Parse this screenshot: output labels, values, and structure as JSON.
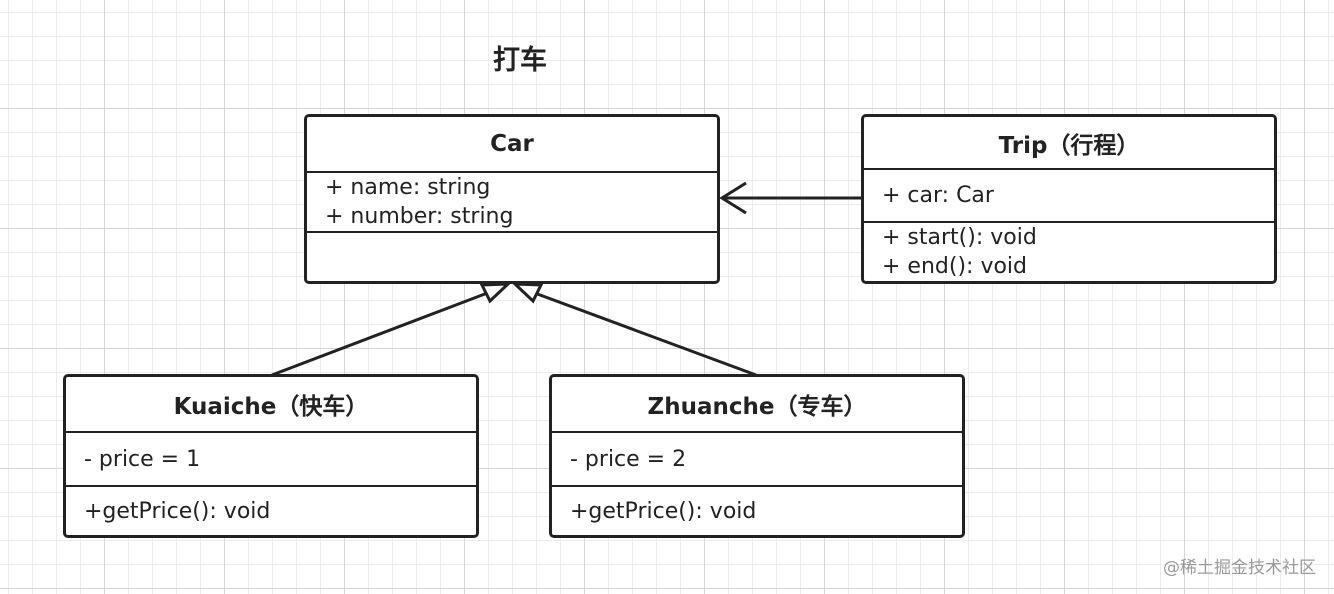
{
  "title": "打车",
  "classes": {
    "car": {
      "name": "Car",
      "attributes": [
        "+ name: string",
        "+ number: string"
      ],
      "methods": []
    },
    "trip": {
      "name": "Trip（行程）",
      "attributes": [
        "+ car: Car"
      ],
      "methods": [
        "+ start(): void",
        "+ end(): void"
      ]
    },
    "kuaiche": {
      "name": "Kuaiche（快车）",
      "attributes": [
        "- price = 1"
      ],
      "methods": [
        "+getPrice(): void"
      ]
    },
    "zhuanche": {
      "name": "Zhuanche（专车）",
      "attributes": [
        "- price = 2"
      ],
      "methods": [
        "+getPrice(): void"
      ]
    }
  },
  "relations": [
    {
      "from": "trip",
      "to": "car",
      "type": "association"
    },
    {
      "from": "kuaiche",
      "to": "car",
      "type": "inheritance"
    },
    {
      "from": "zhuanche",
      "to": "car",
      "type": "inheritance"
    }
  ],
  "watermark": "@稀土掘金技术社区"
}
